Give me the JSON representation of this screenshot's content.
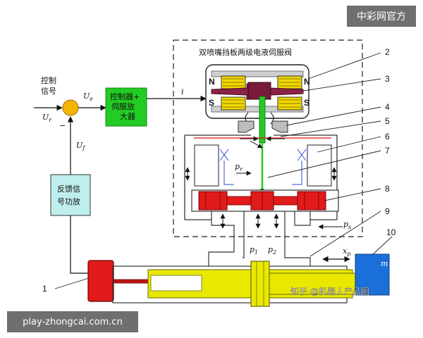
{
  "diagram": {
    "servo_title": "双喷嘴挡板两级电液伺服阀",
    "control_signal": [
      "控制",
      "信号"
    ],
    "controller_box": [
      "控制器+",
      "伺服放",
      "大器"
    ],
    "feedback_box": [
      "反馈信",
      "号功放"
    ],
    "ur": "U",
    "ur_sub": "r",
    "ue": "U",
    "ue_sub": "e",
    "uf": "U",
    "uf_sub": "f",
    "minus": "−",
    "current": "i",
    "pr": "p",
    "pr_sub": "r",
    "ps": "p",
    "ps_sub": "s",
    "p1": "p",
    "p1_sub": "1",
    "p2": "p",
    "p2_sub": "2",
    "xp": "x",
    "xp_sub": "p",
    "mass": "m",
    "pole_n_left": "N",
    "pole_n_right": "N",
    "pole_s_left": "S",
    "pole_s_right": "S",
    "callouts": [
      "1",
      "2",
      "3",
      "4",
      "5",
      "6",
      "7",
      "8",
      "9",
      "10"
    ]
  },
  "watermarks": {
    "top_right": "中彩网官方",
    "footer": "play-zhongcai.com.cn",
    "credit": "知乎 @机器人产品圈"
  },
  "colors": {
    "summing_junction": "#f5b400",
    "controller": "#22cc22",
    "feedback": "#bfeeee",
    "cylinder": "#e8e800",
    "spool": "#e11b1b",
    "torque_motor": "#8b2346",
    "flapper": "#22cc22",
    "load": "#1b6fd9"
  }
}
